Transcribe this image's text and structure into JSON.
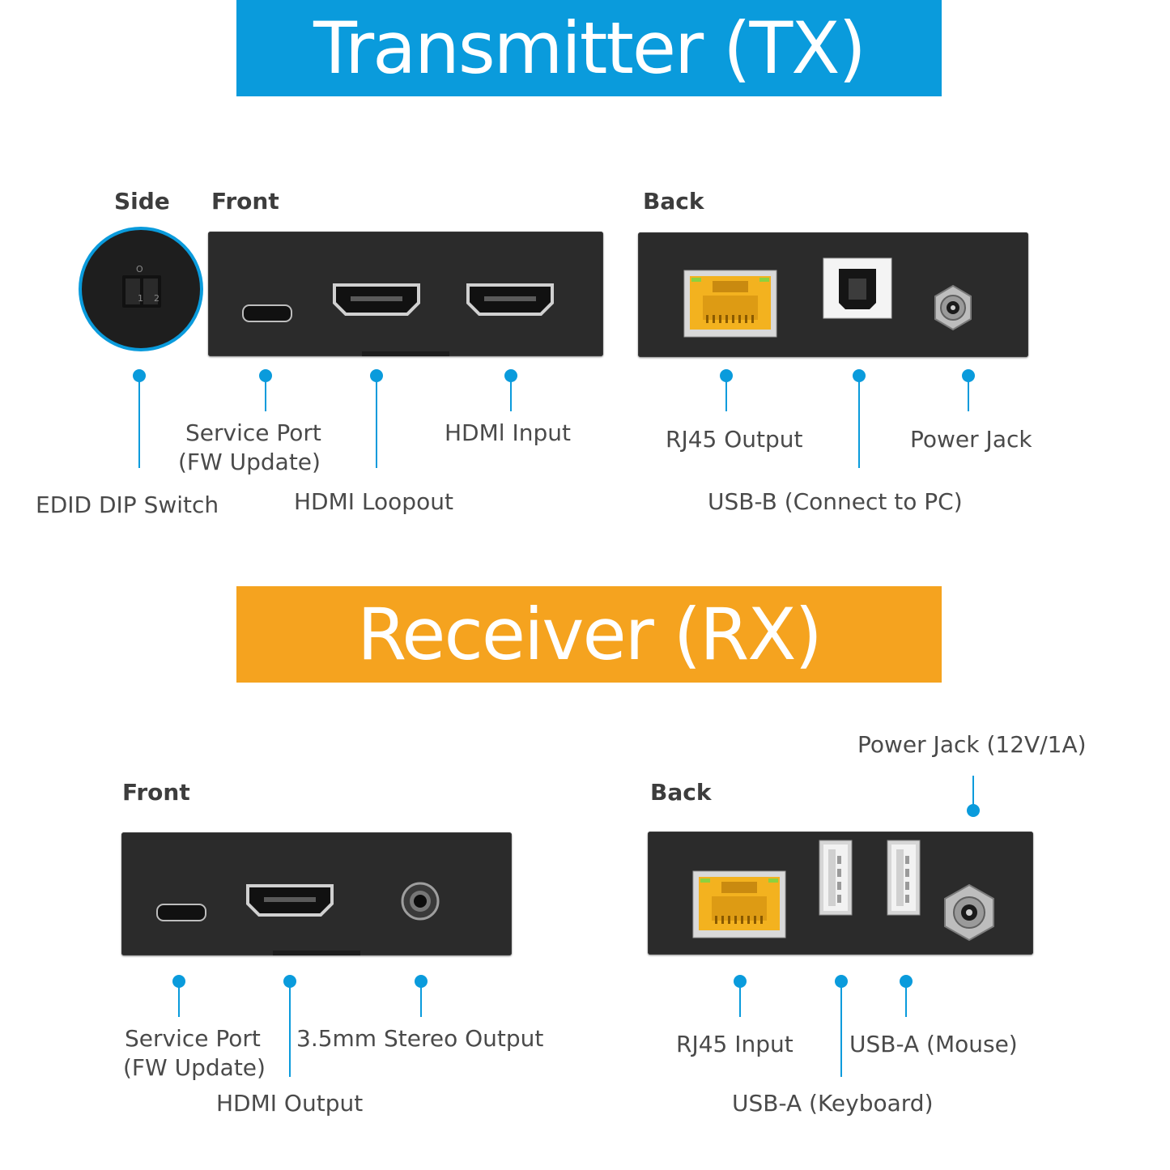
{
  "tx": {
    "banner": "Transmitter (TX)",
    "side_title": "Side",
    "front_title": "Front",
    "back_title": "Back",
    "labels": {
      "edid": "EDID DIP Switch",
      "service_line1": "Service Port",
      "service_line2": "(FW Update)",
      "loopout": "HDMI Loopout",
      "hdmi_input": "HDMl Input",
      "rj45_output": "RJ45 Output",
      "usb_b": "USB-B (Connect to PC)",
      "power_jack": "Power Jack"
    },
    "dip_marks": {
      "top": "O",
      "n1": "1",
      "n2": "2"
    }
  },
  "rx": {
    "banner": "Receiver (RX)",
    "front_title": "Front",
    "back_title": "Back",
    "labels": {
      "service_line1": "Service Port",
      "service_line2": "(FW Update)",
      "hdmi_output": "HDMI Output",
      "stereo": "3.5mm Stereo Output",
      "power_jack": "Power Jack (12V/1A)",
      "rj45_input": "RJ45 Input",
      "usb_keyboard": "USB-A (Keyboard)",
      "usb_mouse": "USB-A (Mouse)"
    }
  },
  "colors": {
    "tx_banner": "#0a9bdc",
    "rx_banner": "#f5a31f",
    "callout": "#0a9bdc",
    "device": "#2b2b2b",
    "rj45_insert": "#f3b21f"
  }
}
